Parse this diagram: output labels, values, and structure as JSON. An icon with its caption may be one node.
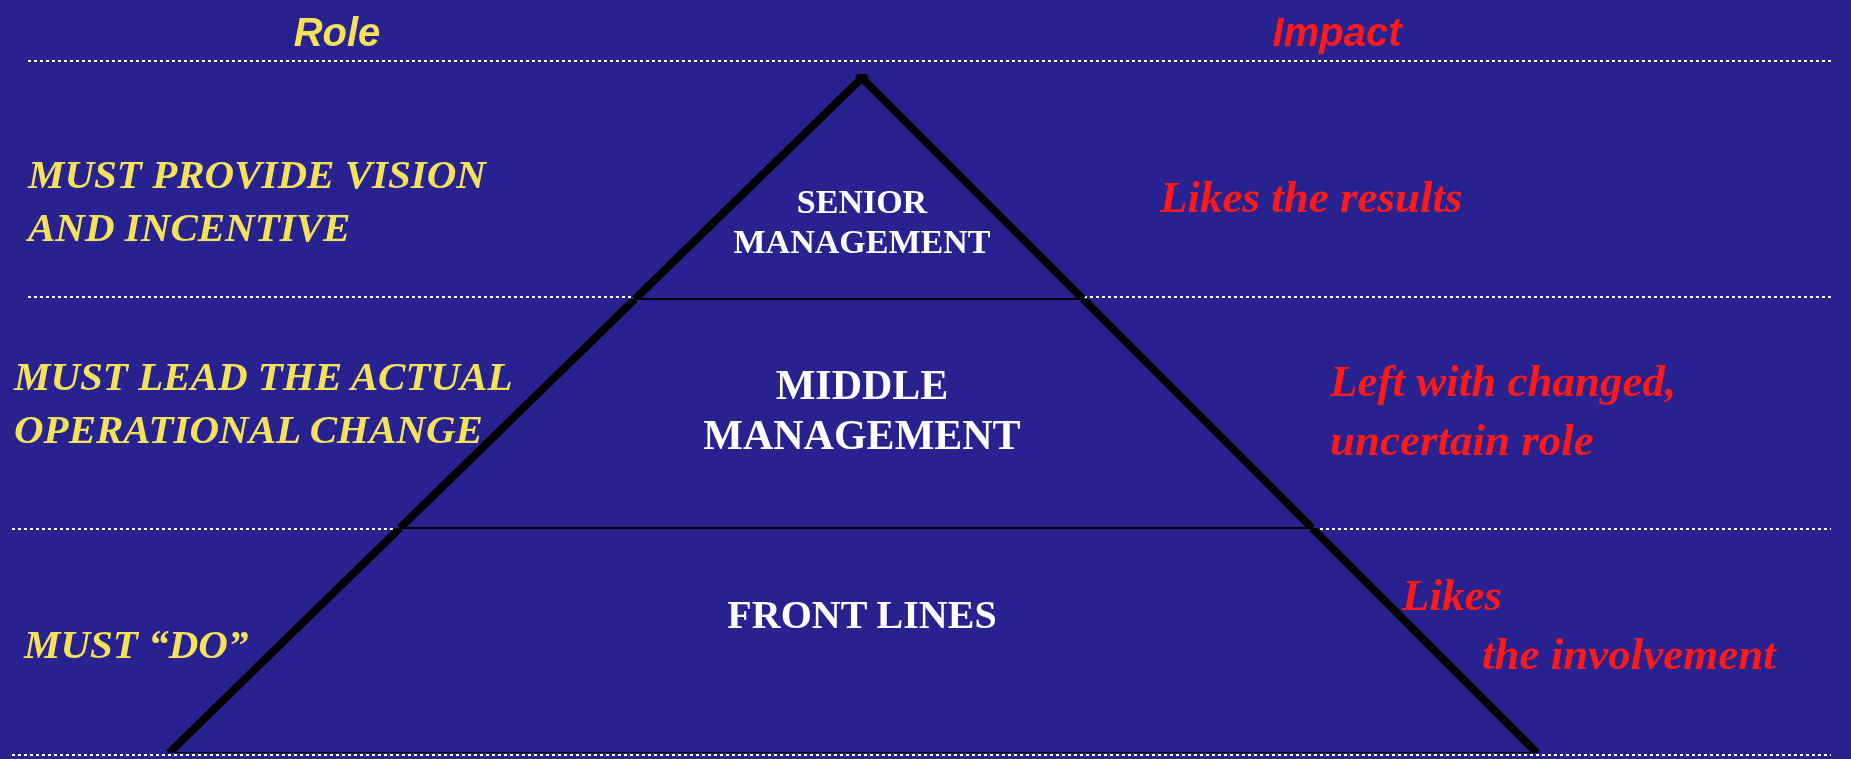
{
  "diagram": {
    "nodes": [
      {
        "text": [
          "SENIOR MANAGEMENT"
        ]
      },
      {
        "text": [
          "MIDDLE MANAGEMENT"
        ]
      },
      {
        "text": [
          "FRONT LINES"
        ]
      }
    ],
    "labels": [
      "Role",
      "Impact",
      "MUST PROVIDE VISION AND INCENTIVE",
      "Likes the results",
      "MUST LEAD THE ACTUAL OPERATIONAL CHANGE",
      "Left with changed, uncertain role",
      "MUST “DO”",
      "Likes the involvement"
    ]
  }
}
